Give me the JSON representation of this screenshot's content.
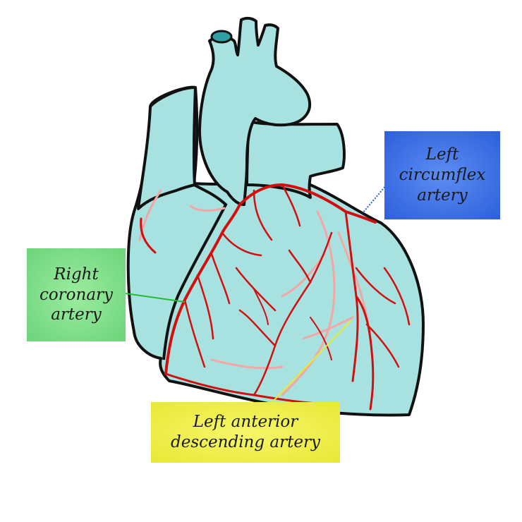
{
  "labels": {
    "right_coronary": {
      "line1": "Right",
      "line2": "coronary",
      "line3": "artery",
      "color": "#6cd47a"
    },
    "left_circumflex": {
      "line1": "Left",
      "line2": "circumflex",
      "line3": "artery",
      "color": "#2c5fdc"
    },
    "lad": {
      "line1": "Left anterior",
      "line2": "descending artery",
      "color": "#e8e836"
    }
  },
  "colors": {
    "heart_fill": "#a8e2e0",
    "outline": "#111111",
    "artery": "#d10f0f",
    "posterior_artery": "#f3a6a6"
  }
}
